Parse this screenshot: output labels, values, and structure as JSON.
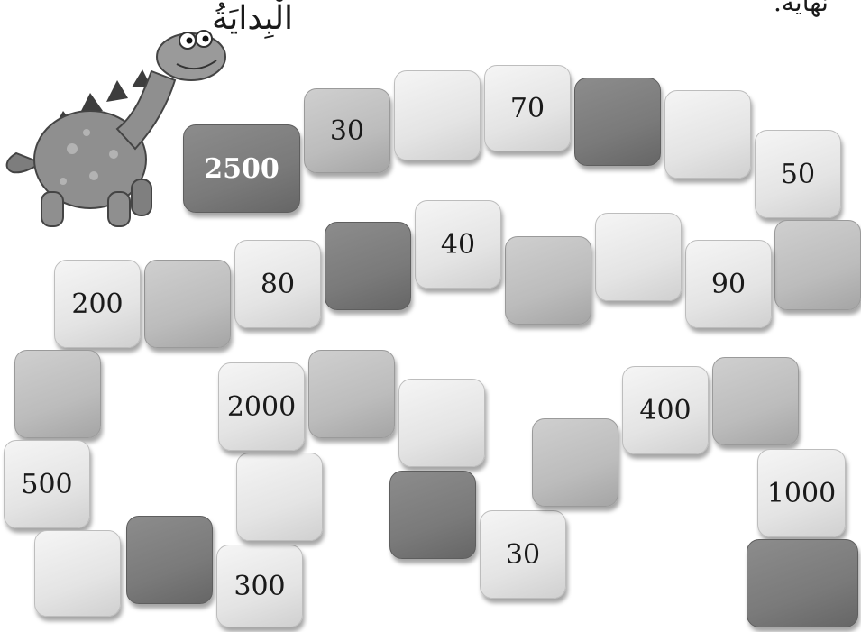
{
  "header": {
    "fragment_text": "نهايه.",
    "start_label": "الْبِدايَةُ"
  },
  "board": {
    "tiles": [
      {
        "value": "2500",
        "shade": "dark"
      },
      {
        "value": "30",
        "shade": "mid"
      },
      {
        "value": "",
        "shade": "light"
      },
      {
        "value": "70",
        "shade": "light"
      },
      {
        "value": "",
        "shade": "dark"
      },
      {
        "value": "",
        "shade": "light"
      },
      {
        "value": "50",
        "shade": "light"
      },
      {
        "value": "",
        "shade": "mid"
      },
      {
        "value": "90",
        "shade": "light"
      },
      {
        "value": "",
        "shade": "light"
      },
      {
        "value": "",
        "shade": "mid"
      },
      {
        "value": "40",
        "shade": "light"
      },
      {
        "value": "",
        "shade": "dark"
      },
      {
        "value": "80",
        "shade": "light"
      },
      {
        "value": "",
        "shade": "mid"
      },
      {
        "value": "200",
        "shade": "light"
      },
      {
        "value": "",
        "shade": "mid"
      },
      {
        "value": "500",
        "shade": "light"
      },
      {
        "value": "",
        "shade": "light"
      },
      {
        "value": "",
        "shade": "dark"
      },
      {
        "value": "300",
        "shade": "light"
      },
      {
        "value": "",
        "shade": "light"
      },
      {
        "value": "2000",
        "shade": "light"
      },
      {
        "value": "",
        "shade": "mid"
      },
      {
        "value": "",
        "shade": "light"
      },
      {
        "value": "",
        "shade": "dark"
      },
      {
        "value": "30",
        "shade": "light"
      },
      {
        "value": "",
        "shade": "mid"
      },
      {
        "value": "400",
        "shade": "light"
      },
      {
        "value": "",
        "shade": "mid"
      },
      {
        "value": "1000",
        "shade": "light"
      },
      {
        "value": "",
        "shade": "dark"
      }
    ]
  }
}
